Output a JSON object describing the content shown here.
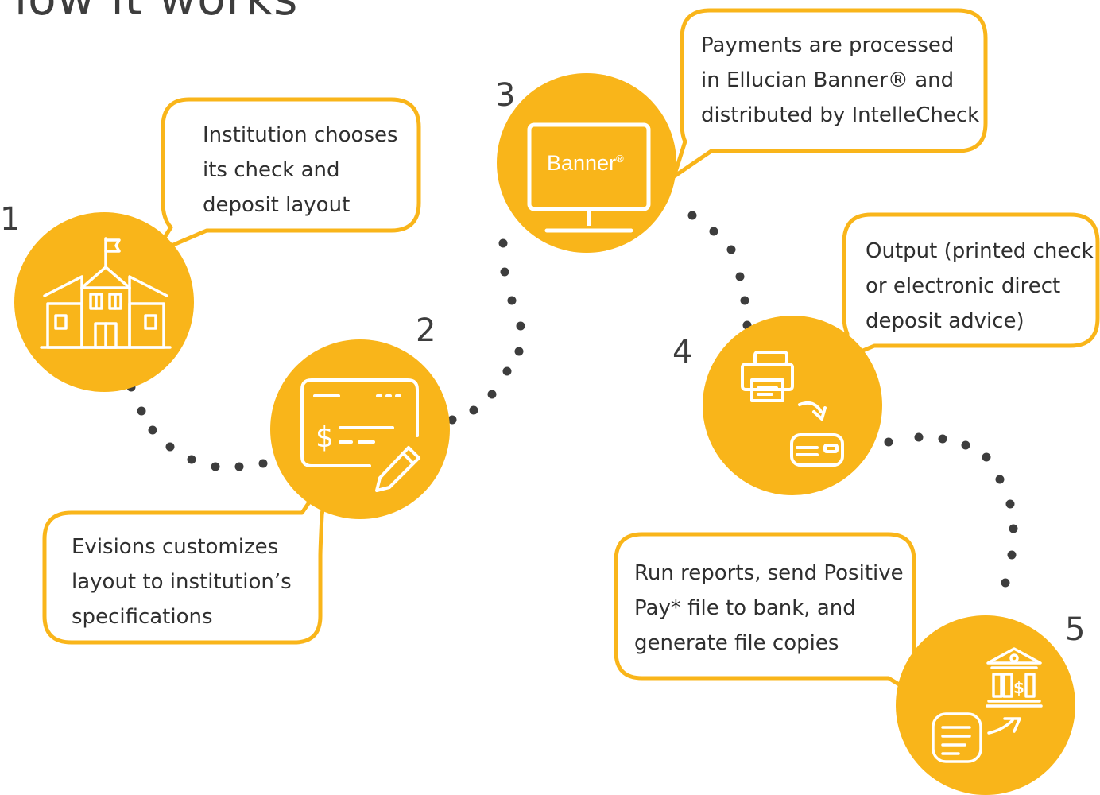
{
  "heading": "low it works",
  "colors": {
    "accent": "#F9B51A",
    "dots": "#3d3d3d",
    "text": "#2f2f2f"
  },
  "steps": [
    {
      "number": "1",
      "icon": "school-building-icon",
      "lines": [
        "Institution chooses",
        "its check and",
        "deposit layout"
      ]
    },
    {
      "number": "2",
      "icon": "check-pencil-icon",
      "lines": [
        "Evisions customizes",
        "layout to institution’s",
        "specifications"
      ]
    },
    {
      "number": "3",
      "icon": "monitor-icon",
      "screen_label": "Banner",
      "screen_mark": "®",
      "lines": [
        "Payments are processed",
        "in Ellucian Banner® and",
        "distributed by IntelleCheck"
      ]
    },
    {
      "number": "4",
      "icon": "printer-to-card-icon",
      "lines": [
        "Output (printed check",
        "or electronic direct",
        "deposit advice)"
      ]
    },
    {
      "number": "5",
      "icon": "bank-report-icon",
      "lines": [
        "Run reports, send Positive",
        "Pay* file to bank, and",
        "generate file copies"
      ]
    }
  ]
}
